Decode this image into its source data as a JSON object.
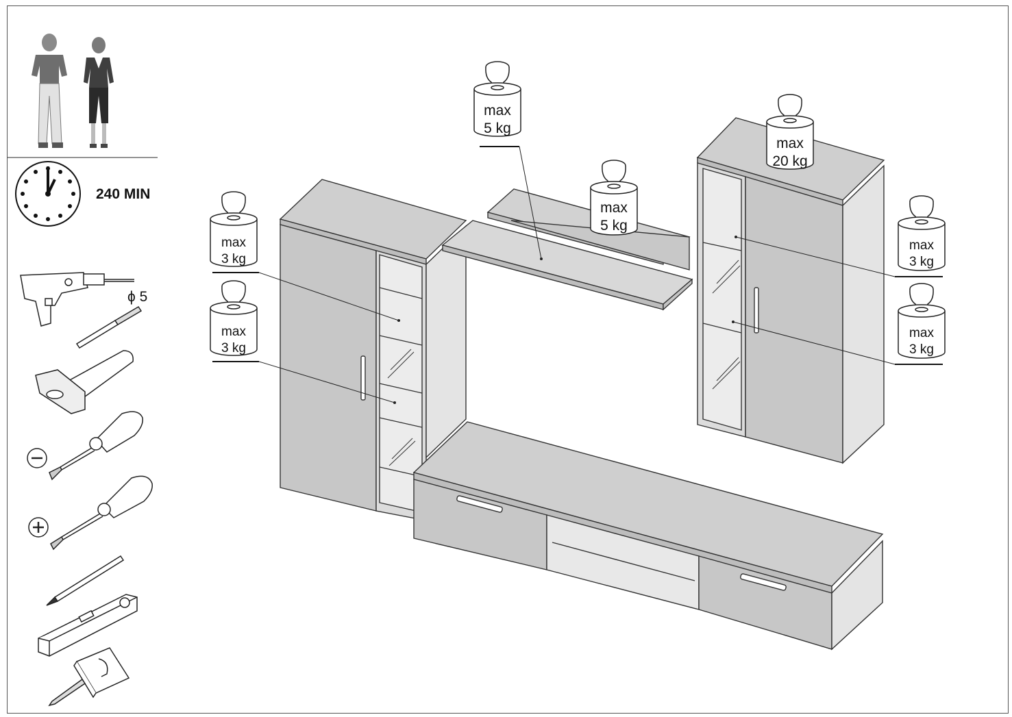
{
  "sidebar": {
    "persons_count": 2,
    "duration_label": "240 MIN",
    "tools": [
      "drill-icon",
      "hammer-icon",
      "flathead-screwdriver-icon",
      "phillips-screwdriver-icon",
      "pencil-icon",
      "spirit-level-icon",
      "tape-measure-icon"
    ],
    "drill_bit_label": "ϕ 5"
  },
  "load_limits": {
    "left_shelf_upper": {
      "line1": "max",
      "line2": "3 kg"
    },
    "left_shelf_lower": {
      "line1": "max",
      "line2": "3 kg"
    },
    "wall_shelf_top": {
      "line1": "max",
      "line2": "5 kg"
    },
    "wall_shelf_mid": {
      "line1": "max",
      "line2": "5 kg"
    },
    "right_cabinet_top": {
      "line1": "max",
      "line2": "20 kg"
    },
    "right_shelf_upper": {
      "line1": "max",
      "line2": "3 kg"
    },
    "right_shelf_lower": {
      "line1": "max",
      "line2": "3 kg"
    }
  }
}
